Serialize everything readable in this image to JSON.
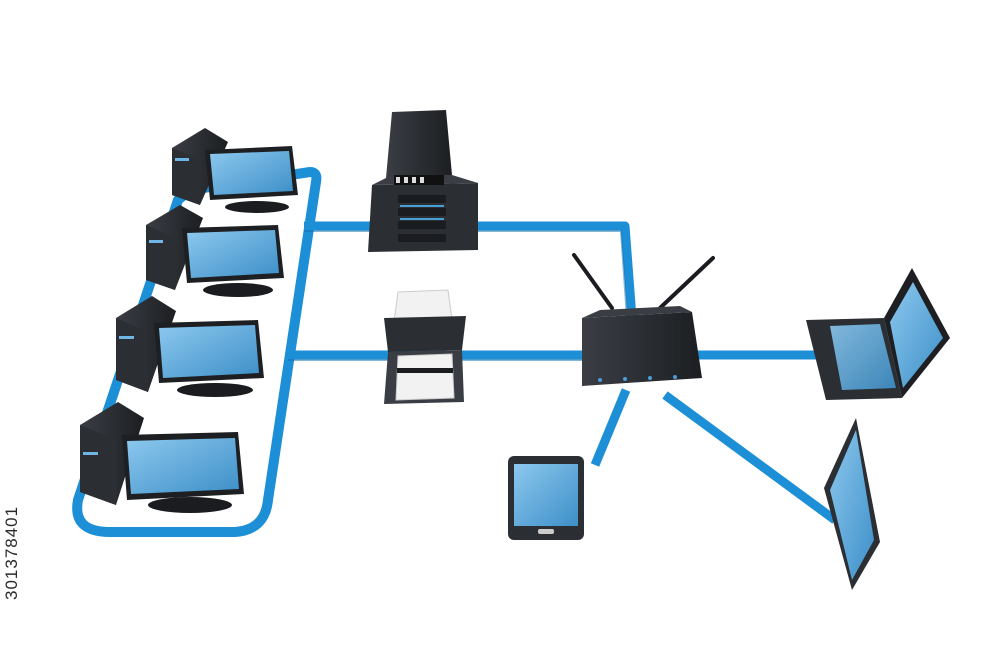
{
  "image": {
    "stock_id": "301378401"
  },
  "colors": {
    "cable": "#1c8fd6",
    "cable_edge": "#0f6fb0",
    "device_body": "#2b2e33",
    "device_dark": "#1a1c1f",
    "screen": "#4a9ed6",
    "screen_light": "#8cc8ee",
    "printer_paper": "#f2f2f2"
  },
  "devices": [
    {
      "name": "desktop-computer",
      "icon": "desktop-icon",
      "count": 4
    },
    {
      "name": "server",
      "icon": "server-icon",
      "count": 1
    },
    {
      "name": "printer",
      "icon": "printer-icon",
      "count": 1
    },
    {
      "name": "wireless-router",
      "icon": "router-icon",
      "count": 1
    },
    {
      "name": "laptop",
      "icon": "laptop-icon",
      "count": 1
    },
    {
      "name": "tablet",
      "icon": "tablet-icon",
      "count": 2
    }
  ]
}
